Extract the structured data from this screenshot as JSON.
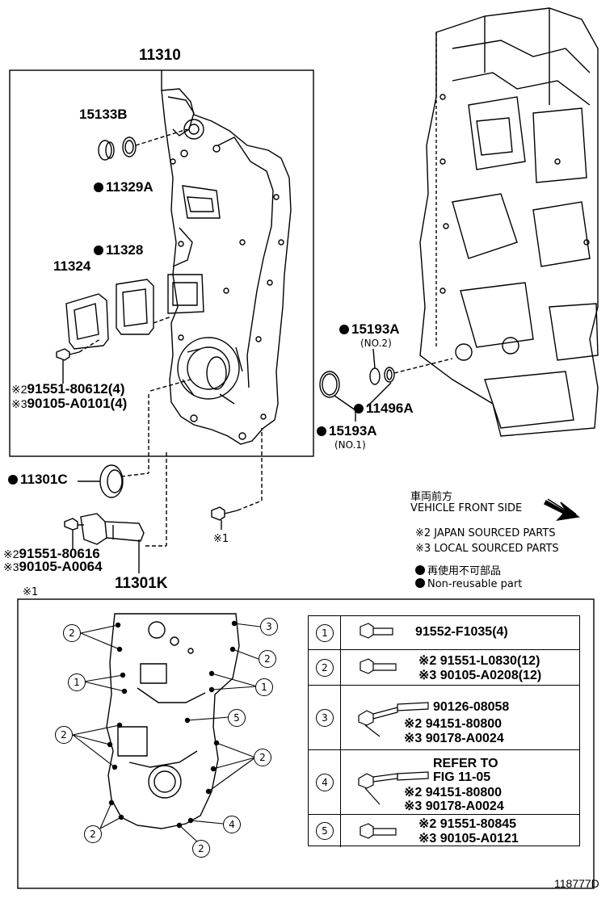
{
  "labels": {
    "main_assembly": "11310",
    "p15133B": "15133B",
    "p11329A": "11329A",
    "p11328": "11328",
    "p11324": "11324",
    "bolt_a_2": "91551-80612(4)",
    "bolt_a_3": "90105-A0101(4)",
    "p15193A_top": "15193A",
    "no2": "(NO.2)",
    "p11496A": "11496A",
    "p15193A_bot": "15193A",
    "no1": "(NO.1)",
    "p11301C": "11301C",
    "bolt_b_2": "91551-80616",
    "bolt_b_3": "90105-A0064",
    "p11301K": "11301K",
    "note1_ref": "※1",
    "note1_box": "※1",
    "mark2": "※2",
    "mark3": "※3"
  },
  "legend": {
    "front_jp": "車両前方",
    "front_en": "VEHICLE FRONT SIDE",
    "japan": "※2 JAPAN SOURCED PARTS",
    "local": "※3 LOCAL SOURCED PARTS",
    "nonreuse_jp": "再使用不可部品",
    "nonreuse_en": "Non-reusable part"
  },
  "table": [
    {
      "num": "1",
      "lines": [
        "91552-F1035(4)"
      ]
    },
    {
      "num": "2",
      "lines": [
        "※2 91551-L0830(12)",
        "※3 90105-A0208(12)"
      ]
    },
    {
      "num": "3",
      "lines": [
        "90126-08058",
        "※2 94151-80800",
        "※3 90178-A0024"
      ]
    },
    {
      "num": "4",
      "lines": [
        "REFER TO",
        "FIG 11-05",
        "※2 94151-80800",
        "※3 90178-A0024"
      ]
    },
    {
      "num": "5",
      "lines": [
        "※2 91551-80845",
        "※3 90105-A0121"
      ]
    }
  ],
  "callouts": {
    "c1": "1",
    "c2": "2",
    "c3": "3",
    "c4": "4",
    "c5": "5"
  },
  "figure_id": "118777D"
}
